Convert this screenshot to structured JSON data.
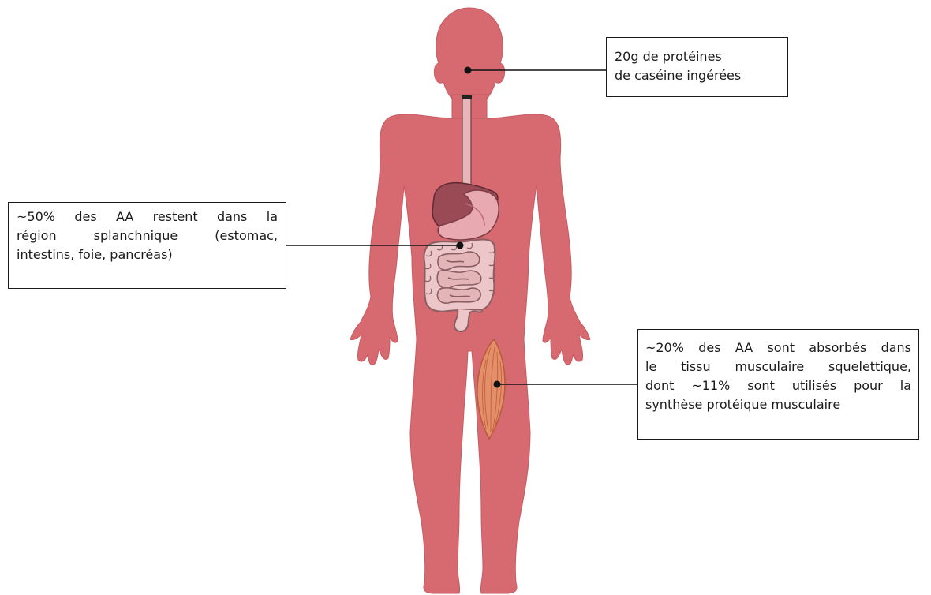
{
  "callouts": {
    "casein": {
      "lines": [
        "20g de protéines",
        "de caséine ingérées"
      ]
    },
    "splanchnic": {
      "lines": [
        "~50% des AA restent dans la",
        "région splanchnique (estomac,",
        "intestins, foie, pancréas)"
      ]
    },
    "muscle": {
      "lines": [
        "~20% des AA sont absorbés dans",
        "le tissu musculaire squelettique,",
        "dont ~11% sont utilisés pour la",
        "synthèse protéique musculaire"
      ]
    }
  },
  "colors": {
    "body": "#d66a70",
    "body_outline": "#c75b62",
    "esophagus": "#e5b7b8",
    "liver": "#9a4a55",
    "stomach": "#e9a9b1",
    "intestine": "#ecc6c8",
    "intestine_outline": "#8a5e62",
    "muscle": "#e3906a",
    "muscle_stripe": "#c9623f",
    "leader_line": "#111111"
  }
}
